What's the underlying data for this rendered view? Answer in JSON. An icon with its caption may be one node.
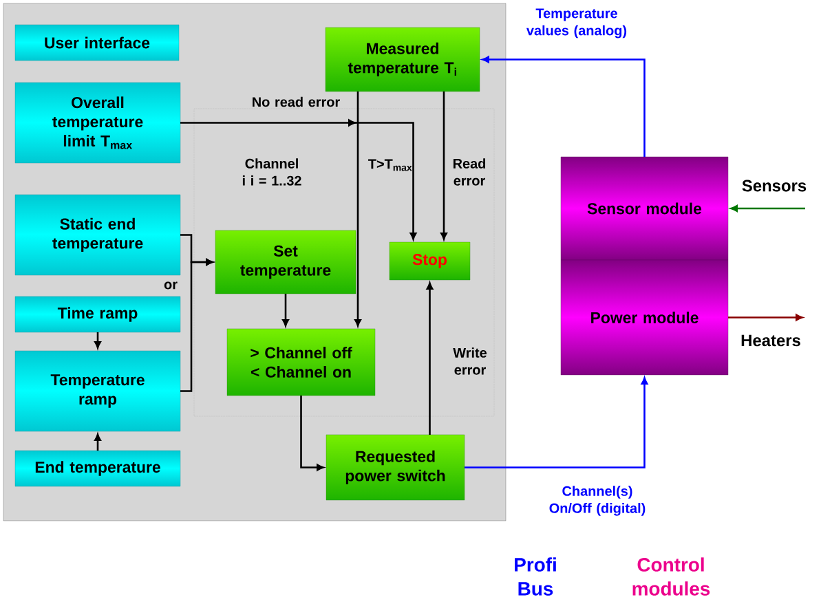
{
  "diagram": {
    "nodes": [
      {
        "text": [],
        "shape": "box"
      },
      {
        "text": [
          "User interface"
        ],
        "in": 0
      },
      {
        "text": [
          "Overall temperature limit T$_{max}$"
        ],
        "in": 0
      },
      {
        "text": [
          "Static end temperature"
        ],
        "in": 0
      },
      {
        "text": [
          "Time ramp"
        ],
        "in": 0
      },
      {
        "text": [
          "Temperature ramp"
        ],
        "in": 0
      },
      {
        "text": [
          "End temperature"
        ],
        "in": 0
      },
      {
        "text": [
          "Measured temperature T$_{i}$"
        ],
        "in": 0
      },
      {
        "text": [
          "Channel i i = 1..32"
        ],
        "in": 0
      },
      {
        "text": [
          "Set temperature"
        ],
        "in": 8
      },
      {
        "text": [
          "> Channel off",
          "< Channel on"
        ],
        "in": 8
      },
      {
        "text": [
          "Stop"
        ],
        "in": 8
      },
      {
        "text": [
          "Requested power switch"
        ],
        "in": 0
      },
      {
        "text": [
          "Sensor module"
        ],
        "beside": [
          "Sensors"
        ]
      },
      {
        "text": [
          "Power module"
        ],
        "beside": [
          "Heaters"
        ]
      }
    ],
    "edges": [
      {
        "from": 2,
        "to": 11,
        "arrow": "to",
        "label": "T>T$_{max}$"
      },
      {
        "from": 7,
        "to": 10,
        "arrow": "to",
        "label": "No read error"
      },
      {
        "from": 7,
        "to": 11,
        "arrow": "to",
        "label": "Read error"
      },
      {
        "from": 3,
        "to": 9,
        "arrow": "to"
      },
      {
        "from": 5,
        "to": 9,
        "arrow": "to"
      },
      {
        "from": 4,
        "to": 5,
        "arrow": "to"
      },
      {
        "from": 6,
        "to": 5,
        "arrow": "to"
      },
      {
        "from": 9,
        "to": 10,
        "arrow": "to"
      },
      {
        "from": 10,
        "to": 12,
        "arrow": "to"
      },
      {
        "from": 12,
        "to": 11,
        "arrow": "to",
        "label": "Write error"
      },
      {
        "from": 12,
        "to": 14,
        "arrow": "to",
        "label": "Channel(s) On/Off (digital)",
        "color": "#0000ff"
      },
      {
        "from": 13,
        "to": 7,
        "arrow": "to",
        "label": "Temperature values (analog)",
        "color": "#0000ff"
      },
      {
        "from": null,
        "to": 13,
        "arrow": "to",
        "color": "#007700"
      },
      {
        "from": 14,
        "to": null,
        "arrow": "to",
        "color": "#880000"
      }
    ],
    "labels": [
      "or",
      "Profi Bus",
      "Control modules"
    ]
  }
}
